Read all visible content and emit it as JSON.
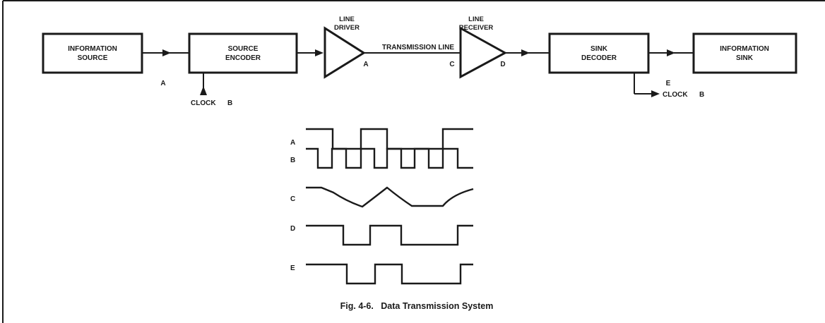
{
  "blocks": {
    "information_source": [
      "INFORMATION",
      "SOURCE"
    ],
    "source_encoder": [
      "SOURCE",
      "ENCODER"
    ],
    "line_driver": [
      "LINE",
      "DRIVER"
    ],
    "line_receiver": [
      "LINE",
      "RECEIVER"
    ],
    "sink_decoder": [
      "SINK",
      "DECODER"
    ],
    "information_sink": [
      "INFORMATION",
      "SINK"
    ]
  },
  "transmission_line_label": "TRANSMISSION LINE",
  "node_labels": {
    "source_out": "A",
    "driver_out": "A",
    "receiver_in": "C",
    "receiver_out": "D",
    "decoder_out": "E"
  },
  "clock_in": {
    "text": "CLOCK",
    "node": "B"
  },
  "clock_out": {
    "text": "CLOCK",
    "node": "B"
  },
  "waveform_labels": [
    "A",
    "B",
    "C",
    "D",
    "E"
  ],
  "caption": "Fig. 4-6.   Data Transmission System"
}
